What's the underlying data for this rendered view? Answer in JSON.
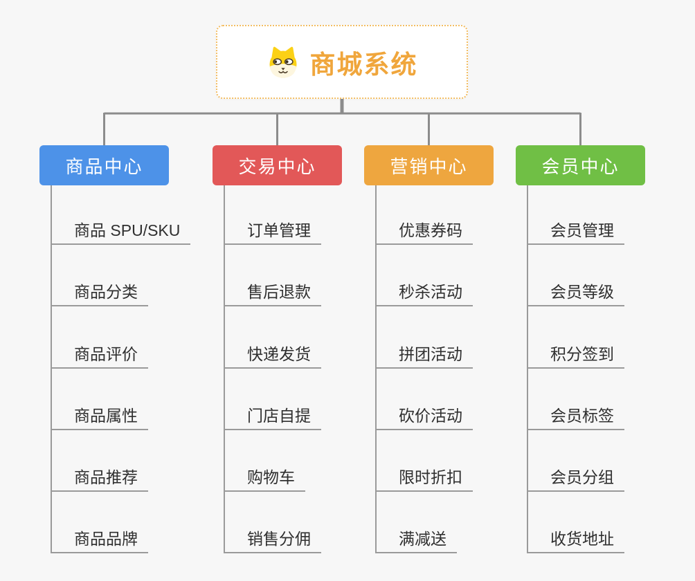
{
  "root": {
    "title": "商城系统",
    "icon": "dog-face-icon",
    "title_color": "#f0a63c",
    "border_color": "#f3bd62"
  },
  "branches": [
    {
      "label": "商品中心",
      "color": "#4d92e8",
      "items": [
        "商品 SPU/SKU",
        "商品分类",
        "商品评价",
        "商品属性",
        "商品推荐",
        "商品品牌"
      ]
    },
    {
      "label": "交易中心",
      "color": "#e25858",
      "items": [
        "订单管理",
        "售后退款",
        "快递发货",
        "门店自提",
        "购物车",
        "销售分佣"
      ]
    },
    {
      "label": "营销中心",
      "color": "#eea63f",
      "items": [
        "优惠券码",
        "秒杀活动",
        "拼团活动",
        "砍价活动",
        "限时折扣",
        "满减送"
      ]
    },
    {
      "label": "会员中心",
      "color": "#70bf45",
      "items": [
        "会员管理",
        "会员等级",
        "积分签到",
        "会员标签",
        "会员分组",
        "收货地址"
      ]
    }
  ],
  "style": {
    "connector_color": "#8c8c8c",
    "underline_color": "#9a9a9a",
    "background": "#f7f7f7",
    "icon_yellow": "#fbd116"
  }
}
